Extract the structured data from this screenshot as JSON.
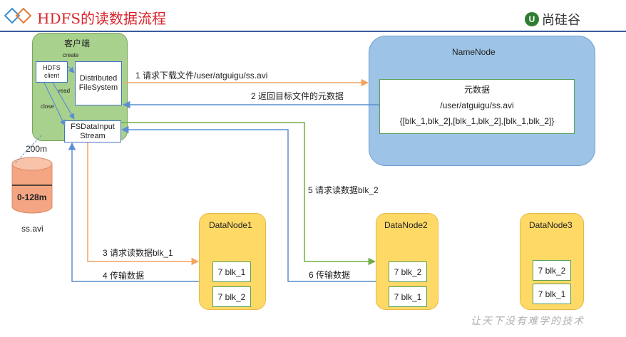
{
  "header": {
    "title": "HDFS的读数据流程",
    "brand": "尚硅谷"
  },
  "client": {
    "title": "客户端",
    "hdfs_client": "HDFS client",
    "dfs": "Distributed FileSystem",
    "fsdis": "FSDataInputStream",
    "create": "create",
    "read": "read",
    "close": "close"
  },
  "namenode": {
    "title": "NameNode",
    "meta_title": "元数据",
    "path": "/user/atguigu/ss.avi",
    "blocks": "{[blk_1,blk_2],[blk_1,blk_2],[blk_1,blk_2]}"
  },
  "file": {
    "size": "200m",
    "segment": "0-128m",
    "name": "ss.avi"
  },
  "datanodes": [
    {
      "name": "DataNode1",
      "blocks": [
        "7 blk_1",
        "7 blk_2"
      ]
    },
    {
      "name": "DataNode2",
      "blocks": [
        "7 blk_2",
        "7 blk_1"
      ]
    },
    {
      "name": "DataNode3",
      "blocks": [
        "7 blk_2",
        "7 blk_1"
      ]
    }
  ],
  "steps": {
    "s1": "1 请求下载文件/user/atguigu/ss.avi",
    "s2": "2 返回目标文件的元数据",
    "s3": "3 请求读数据blk_1",
    "s4": "4 传输数据",
    "s5": "5 请求读数据blk_2",
    "s6": "6 传输数据"
  },
  "footer": "让天下没有难学的技术",
  "colors": {
    "title": "#d9232a",
    "client": "#a9d18e",
    "namenode": "#9dc3e6",
    "datanode": "#ffd966",
    "arrow_blue": "#5b8fd1",
    "arrow_orange": "#f4a460",
    "arrow_green": "#70ad47"
  }
}
